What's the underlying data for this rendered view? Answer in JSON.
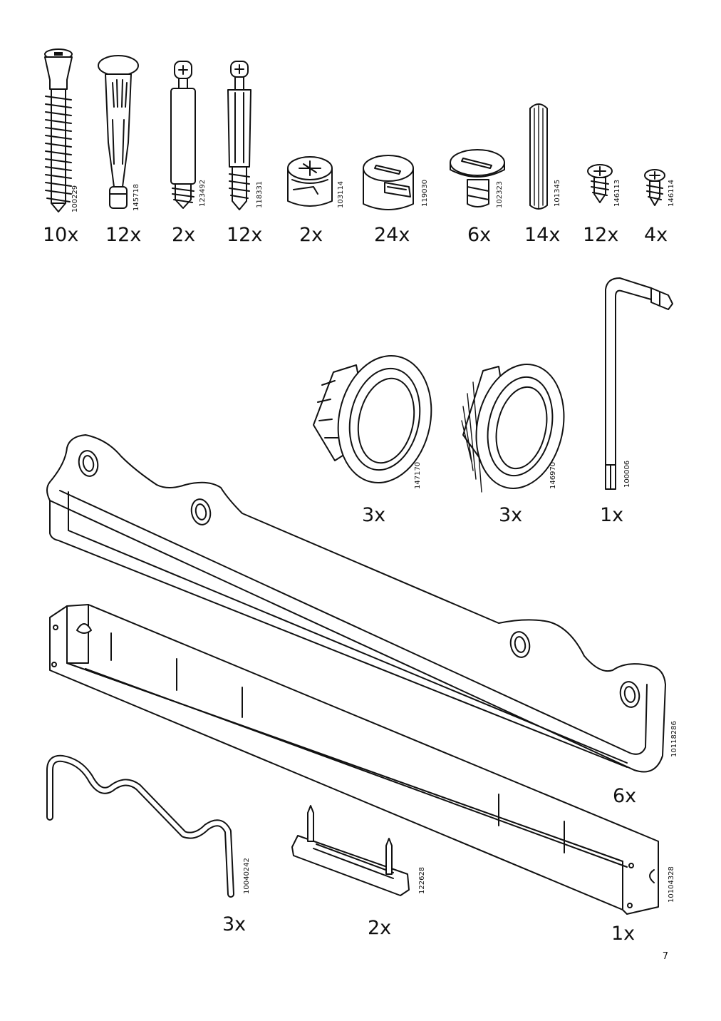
{
  "page_number": "7",
  "parts": [
    {
      "id": "screw-long",
      "code": "100229",
      "qty": "10x"
    },
    {
      "id": "dowel-plastic",
      "code": "145718",
      "qty": "12x"
    },
    {
      "id": "cam-bolt-a",
      "code": "123492",
      "qty": "2x"
    },
    {
      "id": "cam-bolt-b",
      "code": "118331",
      "qty": "12x"
    },
    {
      "id": "cam-lock-small",
      "code": "103114",
      "qty": "2x"
    },
    {
      "id": "cam-lock-large",
      "code": "119030",
      "qty": "24x"
    },
    {
      "id": "cam-screw",
      "code": "102323",
      "qty": "6x"
    },
    {
      "id": "wood-dowel",
      "code": "101345",
      "qty": "14x"
    },
    {
      "id": "screw-short-a",
      "code": "146113",
      "qty": "12x"
    },
    {
      "id": "screw-short-b",
      "code": "146114",
      "qty": "4x"
    },
    {
      "id": "grommet-clip",
      "code": "147170",
      "qty": "3x"
    },
    {
      "id": "grommet-threaded",
      "code": "146970",
      "qty": "3x"
    },
    {
      "id": "allen-key",
      "code": "100006",
      "qty": "1x"
    },
    {
      "id": "rail-profile",
      "code": "10118286",
      "qty": "6x"
    },
    {
      "id": "wire-bracket",
      "code": "10040242",
      "qty": "3x"
    },
    {
      "id": "nail-block",
      "code": "122628",
      "qty": "2x"
    },
    {
      "id": "metal-rail",
      "code": "10104328",
      "qty": "1x"
    }
  ]
}
